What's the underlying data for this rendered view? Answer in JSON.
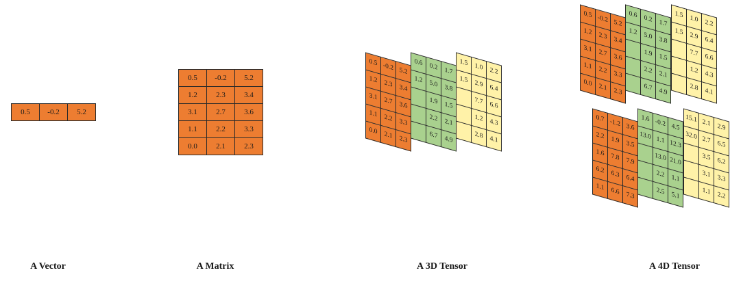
{
  "vector": {
    "caption": "A Vector",
    "color": "#ed7d31",
    "values": [
      [
        "0.5",
        "-0.2",
        "5.2"
      ]
    ]
  },
  "matrix": {
    "caption": "A Matrix",
    "color": "#ed7d31",
    "values": [
      [
        "0.5",
        "-0.2",
        "5.2"
      ],
      [
        "1.2",
        "2.3",
        "3.4"
      ],
      [
        "3.1",
        "2.7",
        "3.6"
      ],
      [
        "1.1",
        "2.2",
        "3.3"
      ],
      [
        "0.0",
        "2.1",
        "2.3"
      ]
    ]
  },
  "tensor3d": {
    "caption": "A 3D Tensor",
    "sheets": [
      {
        "color": "#ed7d31",
        "values": [
          [
            "0.5",
            "-0.2",
            "5.2"
          ],
          [
            "1.2",
            "2.3",
            "3.4"
          ],
          [
            "3.1",
            "2.7",
            "3.6"
          ],
          [
            "1.1",
            "2.2",
            "3.3"
          ],
          [
            "0.0",
            "2.1",
            "2.3"
          ]
        ]
      },
      {
        "color": "#a9d18e",
        "values": [
          [
            "0.6",
            "0.2",
            "1.7"
          ],
          [
            "1.2",
            "5.0",
            "3.8"
          ],
          [
            "",
            "1.9",
            "1.5"
          ],
          [
            "",
            "2.2",
            "2.1"
          ],
          [
            "",
            "6.7",
            "4.9"
          ]
        ]
      },
      {
        "color": "#fff2a8",
        "values": [
          [
            "1.5",
            "1.0",
            "2.2"
          ],
          [
            "1.5",
            "2.9",
            "6.4"
          ],
          [
            "",
            "7.7",
            "6.6"
          ],
          [
            "",
            "1.2",
            "4.3"
          ],
          [
            "",
            "2.8",
            "4.1"
          ]
        ]
      }
    ]
  },
  "tensor4d": {
    "caption": "A 4D Tensor",
    "groups": [
      {
        "sheets": [
          {
            "color": "#ed7d31",
            "values": [
              [
                "0.5",
                "-0.2",
                "5.2"
              ],
              [
                "1.2",
                "2.3",
                "3.4"
              ],
              [
                "3.1",
                "2.7",
                "3.6"
              ],
              [
                "1.1",
                "2.2",
                "3.3"
              ],
              [
                "0.0",
                "2.1",
                "2.3"
              ]
            ]
          },
          {
            "color": "#a9d18e",
            "values": [
              [
                "0.6",
                "0.2",
                "1.7"
              ],
              [
                "1.2",
                "5.0",
                "3.8"
              ],
              [
                "",
                "1.9",
                "1.5"
              ],
              [
                "",
                "2.2",
                "2.1"
              ],
              [
                "",
                "6.7",
                "4.9"
              ]
            ]
          },
          {
            "color": "#fff2a8",
            "values": [
              [
                "1.5",
                "1.0",
                "2.2"
              ],
              [
                "1.5",
                "2.9",
                "6.4"
              ],
              [
                "",
                "7.7",
                "6.6"
              ],
              [
                "",
                "1.2",
                "4.3"
              ],
              [
                "",
                "2.8",
                "4.1"
              ]
            ]
          }
        ]
      },
      {
        "sheets": [
          {
            "color": "#ed7d31",
            "values": [
              [
                "0.7",
                "-1.2",
                "3.6"
              ],
              [
                "2.2",
                "1.9",
                "3.5"
              ],
              [
                "1.6",
                "7.8",
                "7.9"
              ],
              [
                "6.2",
                "6.3",
                "6.4"
              ],
              [
                "1.1",
                "6.6",
                "7.3"
              ]
            ]
          },
          {
            "color": "#a9d18e",
            "values": [
              [
                "1.6",
                "-0.2",
                "4.5"
              ],
              [
                "13.0",
                "1.1",
                "12.3"
              ],
              [
                "",
                "13.0",
                "21.0"
              ],
              [
                "",
                "2.2",
                "1.1"
              ],
              [
                "",
                "2.5",
                "5.1"
              ]
            ]
          },
          {
            "color": "#fff2a8",
            "values": [
              [
                "15.1",
                "2.1",
                "2.9"
              ],
              [
                "32.0",
                "2.7",
                "6.5"
              ],
              [
                "",
                "3.5",
                "6.2"
              ],
              [
                "",
                "3.1",
                "3.3"
              ],
              [
                "",
                "1.1",
                "2.2"
              ]
            ]
          }
        ]
      }
    ]
  }
}
